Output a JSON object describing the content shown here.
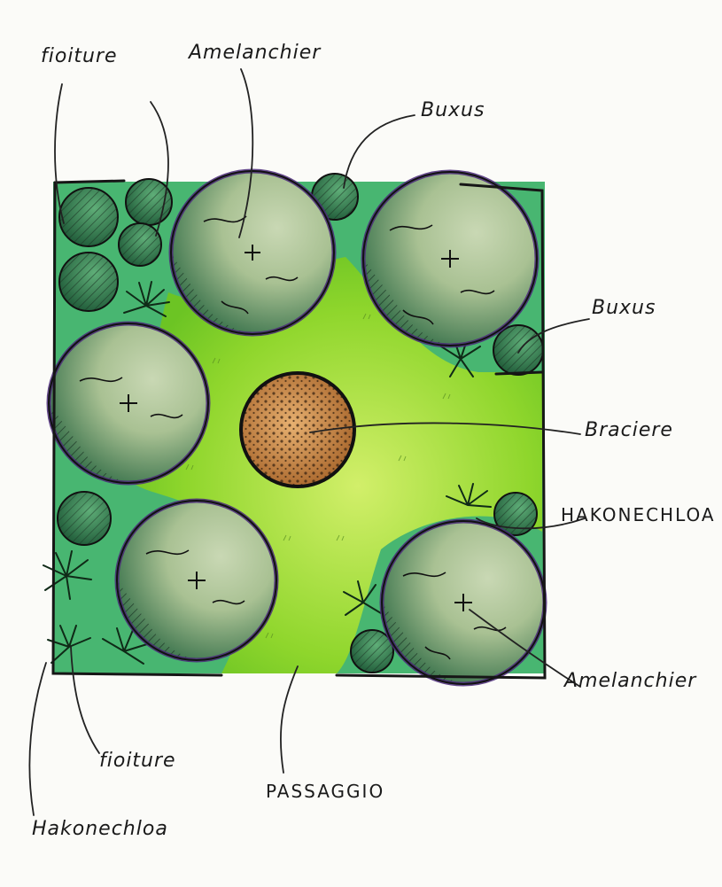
{
  "labels": {
    "fioriture_top": "fioiture",
    "amelanchier_top": "Amelanchier",
    "buxus_top": "Buxus",
    "buxus_right": "Buxus",
    "braciere": "Braciere",
    "hakonechloa_right": "HAKONECHLOA",
    "amelanchier_right": "Amelanchier",
    "fioriture_bottom": "fioiture",
    "passaggio": "PASSAGGIO",
    "hakonechloa_bottom": "Hakonechloa"
  },
  "colors": {
    "lawn": "#7ed321",
    "lawn_light": "#c6ea4a",
    "border_planting": "#3fae6a",
    "tree_light": "#b4c9a0",
    "tree_dark": "#2f6b45",
    "shrub": "#2f7a4c",
    "tree_outline": "#4b2a7a",
    "brazier": "#c88a4a",
    "ink": "#161616"
  },
  "icons": {
    "tree": "tree-canopy-icon",
    "shrub": "buxus-shrub-icon",
    "grass": "grass-tuft-icon",
    "brazier": "brazier-icon"
  }
}
